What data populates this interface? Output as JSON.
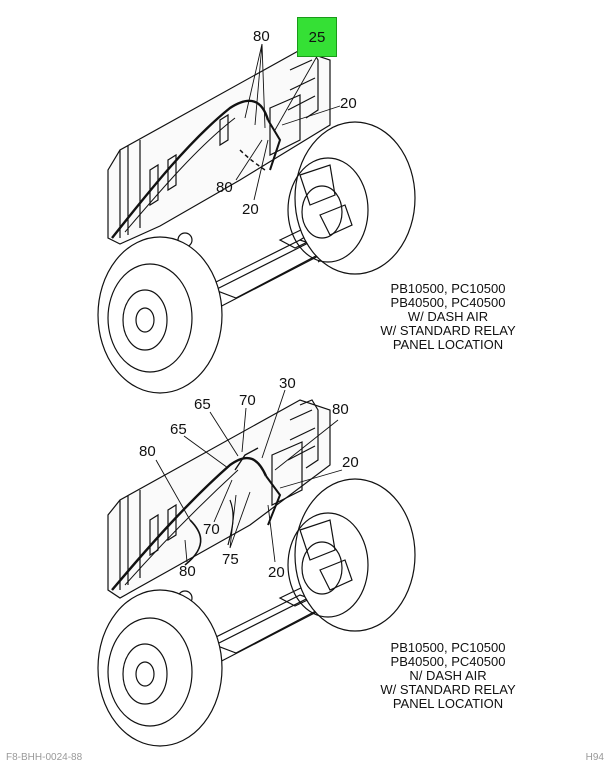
{
  "figure_top": {
    "callouts": [
      "80",
      "25",
      "20",
      "80",
      "20"
    ],
    "caption_lines": [
      "PB10500, PC10500",
      "PB40500, PC40500",
      "W/ DASH AIR",
      "W/ STANDARD RELAY",
      "PANEL LOCATION"
    ]
  },
  "figure_bottom": {
    "callouts": [
      "30",
      "65",
      "70",
      "80",
      "65",
      "80",
      "20",
      "70",
      "75",
      "80",
      "20"
    ],
    "caption_lines": [
      "PB10500, PC10500",
      "PB40500, PC40500",
      "N/ DASH AIR",
      "W/ STANDARD RELAY",
      "PANEL LOCATION"
    ]
  },
  "footer": {
    "left": "F8-BHH-0024-88",
    "right": "H94"
  },
  "colors": {
    "highlight": "#35e035",
    "line": "#111111"
  }
}
